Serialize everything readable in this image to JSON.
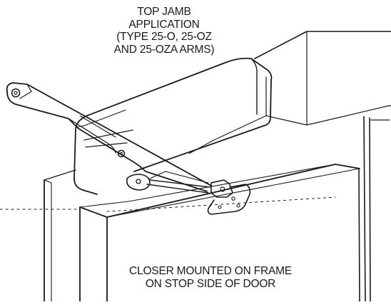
{
  "labels": {
    "top_jamb": {
      "line1": "TOP JAMB",
      "line2": "APPLICATION",
      "line3": "(TYPE 25-O, 25-OZ",
      "line4": "AND 25-OZA ARMS)"
    },
    "closer_mounted": {
      "line1": "CLOSER MOUNTED ON FRAME",
      "line2": "ON STOP SIDE OF DOOR"
    }
  },
  "colors": {
    "line": "#1a1a1a",
    "background": "#ffffff"
  }
}
